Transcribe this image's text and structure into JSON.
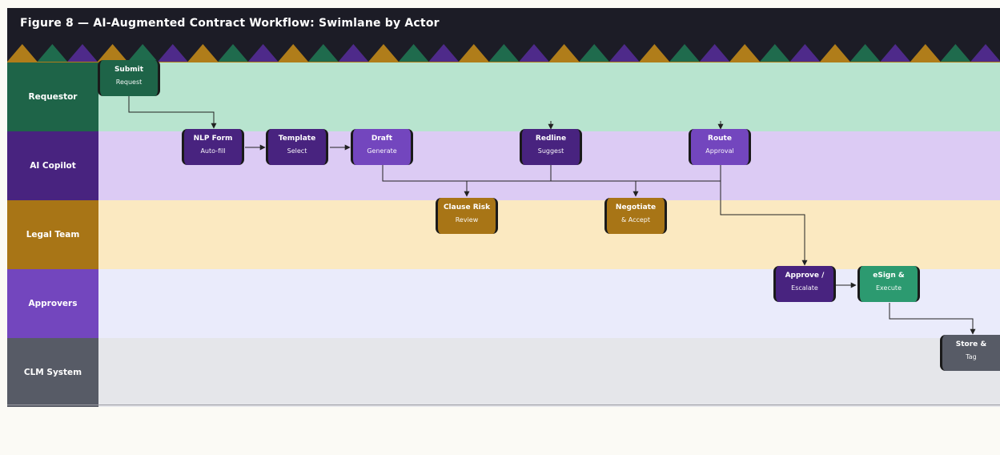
{
  "title": "Figure 8 — AI-Augmented Contract Workflow: Swimlane by Actor",
  "colors": {
    "header": "#1c1c26",
    "zigzag": [
      "#b07d1a",
      "#1f6b4d",
      "#4e2a8a"
    ],
    "connector": "#222222"
  },
  "lanes": [
    {
      "label": "Requestor",
      "header_color": "#1e6448",
      "body_color": "#b8e4cf"
    },
    {
      "label": "AI Copilot",
      "header_color": "#48237f",
      "body_color": "#dccbf4"
    },
    {
      "label": "Legal Team",
      "header_color": "#a87516",
      "body_color": "#fbe9c1"
    },
    {
      "label": "Approvers",
      "header_color": "#7346be",
      "body_color": "#eaebfb"
    },
    {
      "label": "CLM System",
      "header_color": "#575b66",
      "body_color": "#e5e6ea"
    }
  ],
  "nodes": [
    {
      "id": "submit",
      "line1": "Submit",
      "line2": "Request",
      "lane": 0,
      "color": "#1e6448"
    },
    {
      "id": "nlp-form",
      "line1": "NLP Form",
      "line2": "Auto-fill",
      "lane": 1,
      "color": "#48237f"
    },
    {
      "id": "template",
      "line1": "Template",
      "line2": "Select",
      "lane": 1,
      "color": "#48237f"
    },
    {
      "id": "draft",
      "line1": "Draft",
      "line2": "Generate",
      "lane": 1,
      "color": "#7346be"
    },
    {
      "id": "redline",
      "line1": "Redline",
      "line2": "Suggest",
      "lane": 1,
      "color": "#48237f"
    },
    {
      "id": "route",
      "line1": "Route",
      "line2": "Approval",
      "lane": 1,
      "color": "#7346be"
    },
    {
      "id": "clause-risk",
      "line1": "Clause Risk",
      "line2": "Review",
      "lane": 2,
      "color": "#a87516"
    },
    {
      "id": "negotiate",
      "line1": "Negotiate",
      "line2": "& Accept",
      "lane": 2,
      "color": "#a87516"
    },
    {
      "id": "approve",
      "line1": "Approve /",
      "line2": "Escalate",
      "lane": 3,
      "color": "#48237f"
    },
    {
      "id": "esign",
      "line1": "eSign &",
      "line2": "Execute",
      "lane": 3,
      "color": "#2c9a70"
    },
    {
      "id": "store",
      "line1": "Store &",
      "line2": "Tag",
      "lane": 4,
      "color": "#575b66"
    }
  ]
}
